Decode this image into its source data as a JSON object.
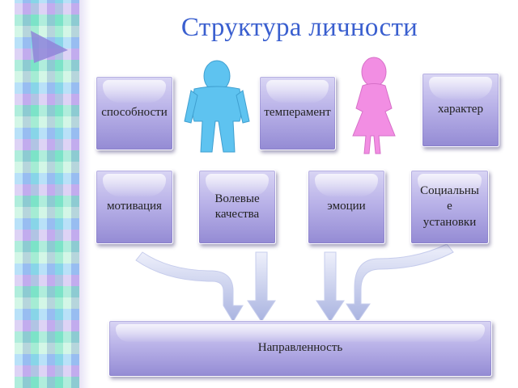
{
  "title": "Структура личности",
  "top_row": {
    "abilities": "способности",
    "temperament": "темперамент",
    "character": "характер"
  },
  "middle_row": {
    "motivation": "мотивация",
    "volitional": "Волевые\nкачества",
    "emotions": "эмоции",
    "social": "Социальны\nе\nустановки"
  },
  "bottom": {
    "orientation": "Направленность"
  },
  "colors": {
    "title": "#3a5fcf",
    "male_figure": "#5ec3f0",
    "female_figure": "#f28ee3",
    "arrow": "#b6c0e6",
    "box": "#b9b2e8"
  }
}
